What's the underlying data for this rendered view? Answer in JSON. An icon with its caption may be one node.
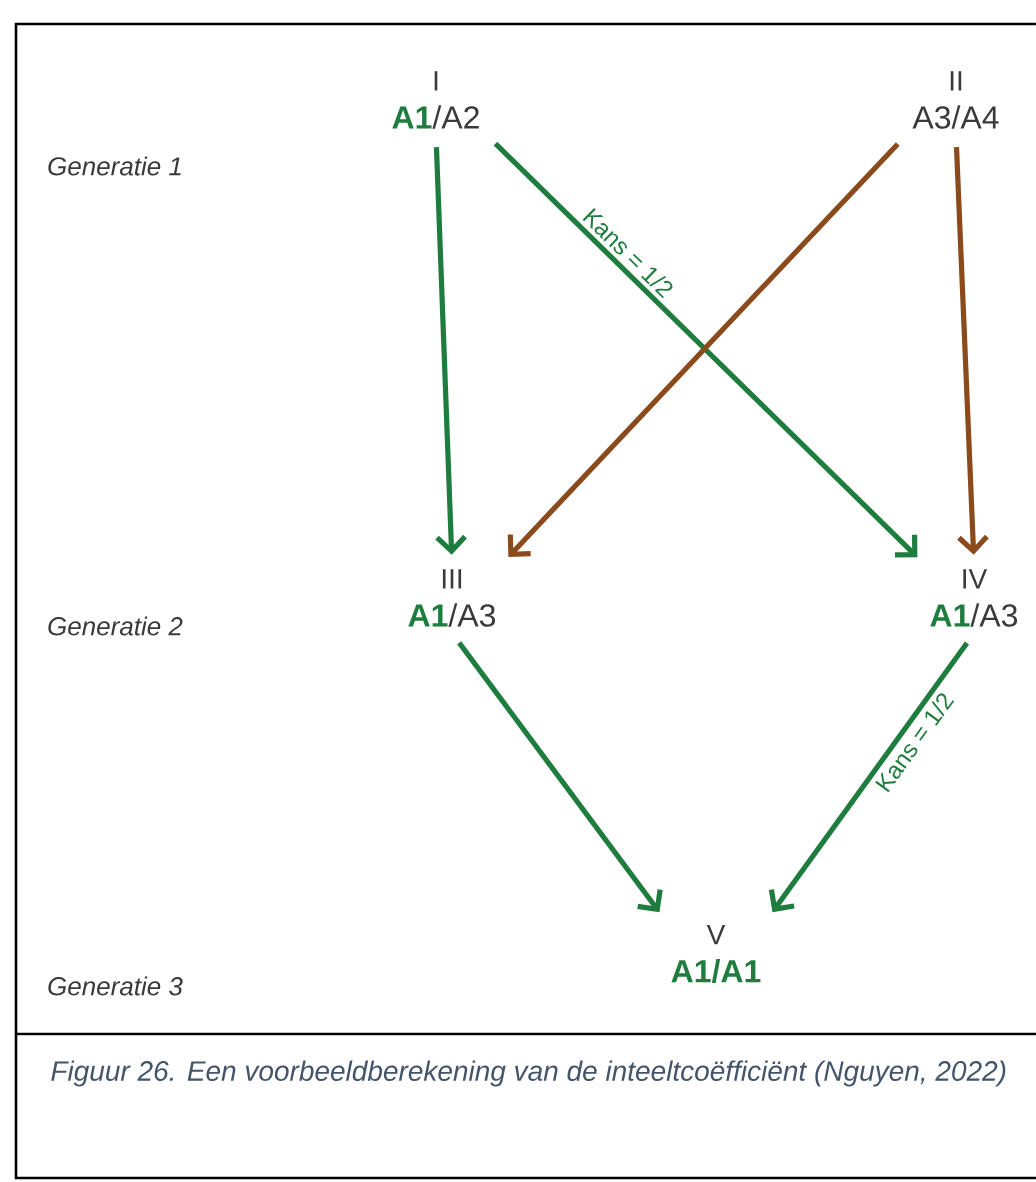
{
  "diagram": {
    "caption": "Figuur 26. Een voorbeeldberekening van de inteeltcoëfficiënt (Nguyen, 2022)",
    "nodes": [
      {
        "text": [
          "I",
          "**A1**/A2"
        ]
      },
      {
        "text": [
          "II",
          "A3/A4"
        ]
      },
      {
        "text": [
          "III",
          "**A1**/A3"
        ]
      },
      {
        "text": [
          "IV",
          "**A1**/A3"
        ]
      },
      {
        "text": [
          "V",
          "A1/A1"
        ]
      }
    ],
    "edges": [
      {
        "from": 0,
        "to": 2,
        "arrow": "to"
      },
      {
        "from": 0,
        "to": 3,
        "arrow": "to",
        "label": "Kans = 1/2"
      },
      {
        "from": 1,
        "to": 2,
        "arrow": "to",
        "color": "#8a4a1c"
      },
      {
        "from": 1,
        "to": 3,
        "arrow": "to",
        "color": "#8a4a1c"
      },
      {
        "from": 2,
        "to": 4,
        "arrow": "to"
      },
      {
        "from": 3,
        "to": 4,
        "arrow": "to",
        "label": "Kans = 1/2"
      }
    ],
    "labels": [
      "Generatie 1",
      "Generatie 2",
      "Generatie 3"
    ]
  }
}
